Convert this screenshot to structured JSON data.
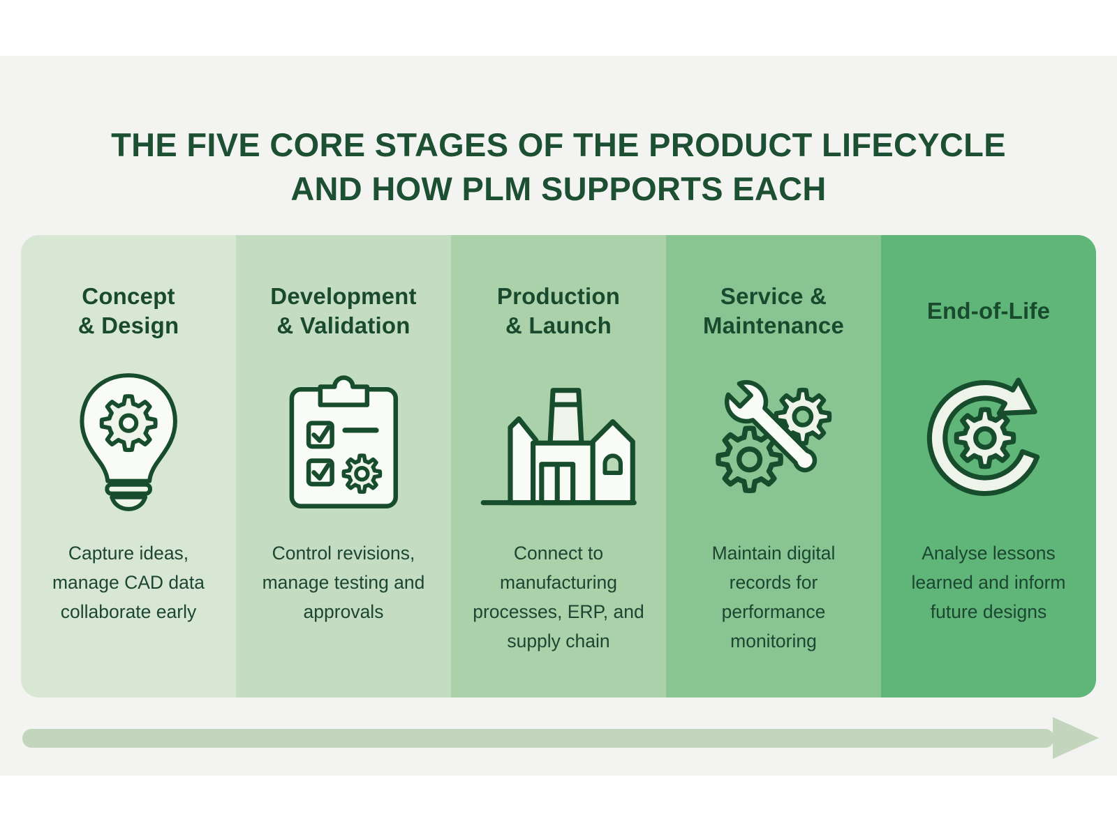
{
  "title": {
    "line1": "THE FIVE CORE STAGES OF THE PRODUCT LIFECYCLE",
    "line2": "AND HOW PLM SUPPORTS EACH"
  },
  "stages": [
    {
      "title_line1": "Concept",
      "title_line2": "& Design",
      "icon": "lightbulb-gear",
      "description": "Capture ideas, manage CAD data collaborate early",
      "color": "#d8e7d4"
    },
    {
      "title_line1": "Development",
      "title_line2": "& Validation",
      "icon": "clipboard-checklist-gear",
      "description": "Control revisions, manage testing and approvals",
      "color": "#c4dcc2"
    },
    {
      "title_line1": "Production",
      "title_line2": "& Launch",
      "icon": "factory",
      "description": "Connect to manufacturing processes, ERP, and supply chain",
      "color": "#aad1aa"
    },
    {
      "title_line1": "Service &",
      "title_line2": "Maintenance",
      "icon": "wrench-gears",
      "description": "Maintain digital records for performance monitoring",
      "color": "#89c593"
    },
    {
      "title_line1": "End-of-Life",
      "title_line2": "",
      "icon": "circular-arrow-gear",
      "description": "Analyse lessons learned and inform future designs",
      "color": "#5fb678"
    }
  ],
  "theme": {
    "background": "#f3f4f1",
    "band": "#ffffff",
    "title_color": "#1d4f33",
    "heading_color": "#1a4a2e",
    "text_color": "#1c4632",
    "icon_stroke": "#174d2c",
    "icon_fill": "#f9fbf7",
    "arrow_color": "#c3d6bd"
  }
}
